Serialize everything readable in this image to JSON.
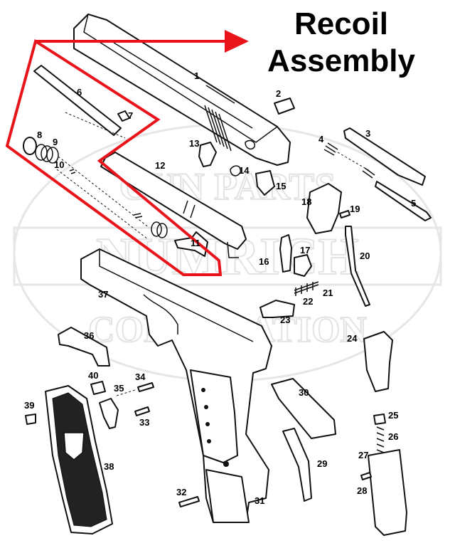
{
  "title": {
    "line1": "Recoil",
    "line2": "Assembly"
  },
  "watermark": {
    "top": "GUN PARTS",
    "middle": "NUMRICH",
    "bottom": "CORPORATION"
  },
  "colors": {
    "highlight": "#e8141a",
    "ink": "#111111",
    "watermark": "#e3e3e3"
  },
  "part_numbers": {
    "p1": "1",
    "p2": "2",
    "p3": "3",
    "p4": "4",
    "p5": "5",
    "p6": "6",
    "p7": "7",
    "p8": "8",
    "p9": "9",
    "p10": "10",
    "p11": "11",
    "p12": "12",
    "p13": "13",
    "p14": "14",
    "p15": "15",
    "p16": "16",
    "p17": "17",
    "p18": "18",
    "p19": "19",
    "p20": "20",
    "p21": "21",
    "p22": "22",
    "p23": "23",
    "p24": "24",
    "p25": "25",
    "p26": "26",
    "p27": "27",
    "p28": "28",
    "p29": "29",
    "p30": "30",
    "p31": "31",
    "p32": "32",
    "p33": "33",
    "p34": "34",
    "p35": "35",
    "p36": "36",
    "p37": "37",
    "p38": "38",
    "p39": "39",
    "p40": "40"
  }
}
